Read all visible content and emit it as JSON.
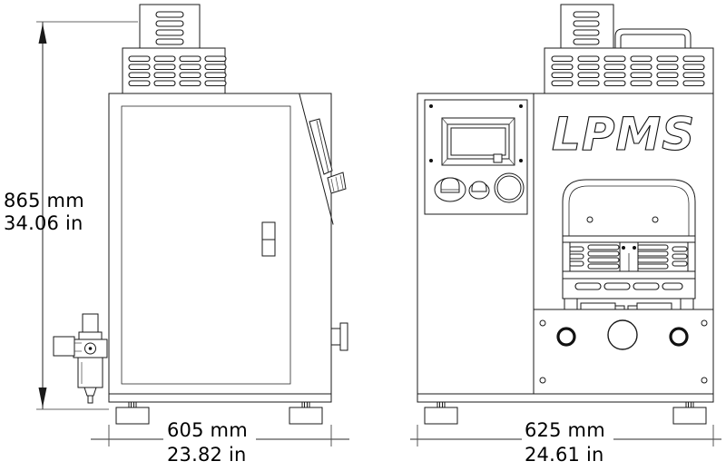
{
  "drawing": {
    "title": "LPMS machine dimensional drawing",
    "background_color": "#ffffff",
    "line_color": "#1a1a1a",
    "dimension_color": "#555555"
  },
  "brand": {
    "logo_text": "LPMS"
  },
  "dimensions": {
    "height": {
      "id": "height-dimension",
      "orientation": "vertical",
      "metric_label": "865 mm",
      "imperial_label": "34.06 in",
      "metric_value": 865,
      "metric_unit": "mm",
      "imperial_value": 34.06,
      "imperial_unit": "in"
    },
    "width_side": {
      "id": "side-view-width-dimension",
      "orientation": "horizontal",
      "metric_label": "605 mm",
      "imperial_label": "23.82 in",
      "metric_value": 605,
      "metric_unit": "mm",
      "imperial_value": 23.82,
      "imperial_unit": "in"
    },
    "width_front": {
      "id": "front-view-width-dimension",
      "orientation": "horizontal",
      "metric_label": "625 mm",
      "imperial_label": "24.61 in",
      "metric_value": 625,
      "metric_unit": "mm",
      "imperial_value": 24.61,
      "imperial_unit": "in"
    }
  },
  "views": {
    "side": {
      "name": "side-view",
      "features": [
        "exhaust-chimney",
        "vent-hood",
        "access-door",
        "door-handle",
        "hinge-bracket",
        "knurled-knob",
        "air-filter-regulator",
        "side-port-fitting",
        "leveling-feet"
      ],
      "vent_hood": {
        "columns": 4,
        "rows": 4
      },
      "chimney_vents": {
        "columns": 1,
        "rows": 4
      },
      "feet_count": 2
    },
    "front": {
      "name": "front-view",
      "features": [
        "exhaust-chimney",
        "vent-hood",
        "lift-handle",
        "control-panel",
        "display-screen",
        "selector-knob",
        "indicator-button",
        "emergency-stop",
        "press-frame",
        "mold-platen-stack",
        "lower-access-panel",
        "leveling-feet"
      ],
      "vent_hood": {
        "columns": 6,
        "rows": 4
      },
      "chimney_vents": {
        "columns": 1,
        "rows": 4
      },
      "control_panel": {
        "screen": "rectangular-display",
        "controls": [
          "selector-knob",
          "indicator-button",
          "emergency-stop"
        ],
        "corner_screws": 4
      },
      "lower_panel": {
        "ports": 3,
        "corner_screws": 4
      },
      "feet_count": 2
    }
  }
}
